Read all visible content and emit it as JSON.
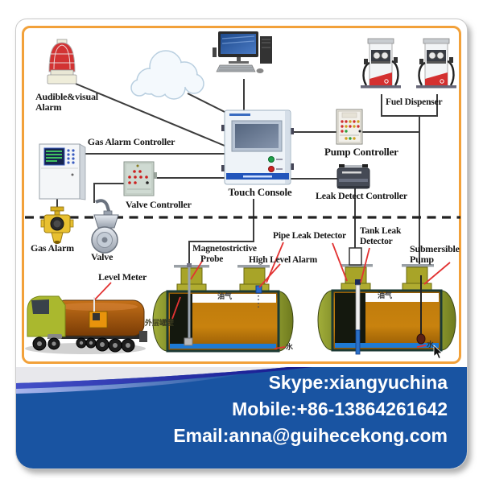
{
  "contact": {
    "skype": "Skype:xiangyuchina",
    "mobile": "Mobile:+86-13864261642",
    "email": "Email:anna@guihecekong.com"
  },
  "diagram": {
    "labels": {
      "audible_visual_line1": "Audible&visual",
      "audible_visual_line2": "Alarm",
      "gas_alarm_controller": "Gas Alarm Controller",
      "valve_controller": "Valve Controller",
      "touch_console": "Touch Console",
      "pump_controller": "Pump Controller",
      "leak_detect_controller": "Leak Detect Controller",
      "fuel_dispenser": "Fuel Dispenser",
      "gas_alarm": "Gas Alarm",
      "valve": "Valve",
      "level_meter": "Level Meter",
      "magnetostrictive_line1": "Magnetostrictive",
      "magnetostrictive_line2": "Probe",
      "high_level_alarm": "High Level Alarm",
      "pipe_leak_detector": "Pipe Leak Detector",
      "tank_leak_line1": "Tank Leak",
      "tank_leak_line2": "Detector",
      "submersible_line1": "Submersible",
      "submersible_line2": "Pump",
      "outer_tank_wall_cn": "外层罐壁",
      "oil_gas_cn": "油气",
      "water_cn": "水"
    },
    "colors": {
      "accent_orange": "#f2a13a",
      "band_blue": "#1954a2",
      "fuel_orange": "#c8820e",
      "water_blue": "#1e7ad4",
      "tank_olive": "#8f9b2f",
      "alarm_red": "#d23333",
      "pointer_red": "#e23333"
    }
  }
}
